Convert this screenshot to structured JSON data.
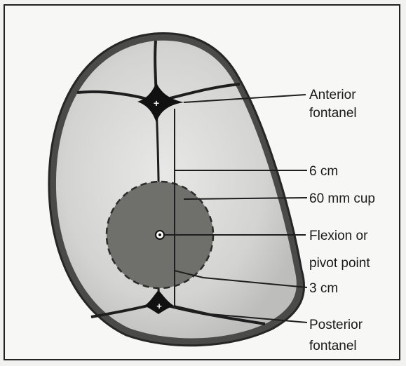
{
  "labels": {
    "anterior_l1": "Anterior",
    "anterior_l2": "fontanel",
    "six_cm": "6 cm",
    "cup": "60 mm cup",
    "flexion_l1": "Flexion or",
    "flexion_l2": "pivot point",
    "three_cm": "3 cm",
    "posterior_l1": "Posterior",
    "posterior_l2": "fontanel"
  },
  "colors": {
    "skull_outline": "#2b2b2b",
    "bone_fill": "#d9d9d7",
    "suture": "#1e1e1e",
    "cup_fill": "#6f6f6c"
  }
}
